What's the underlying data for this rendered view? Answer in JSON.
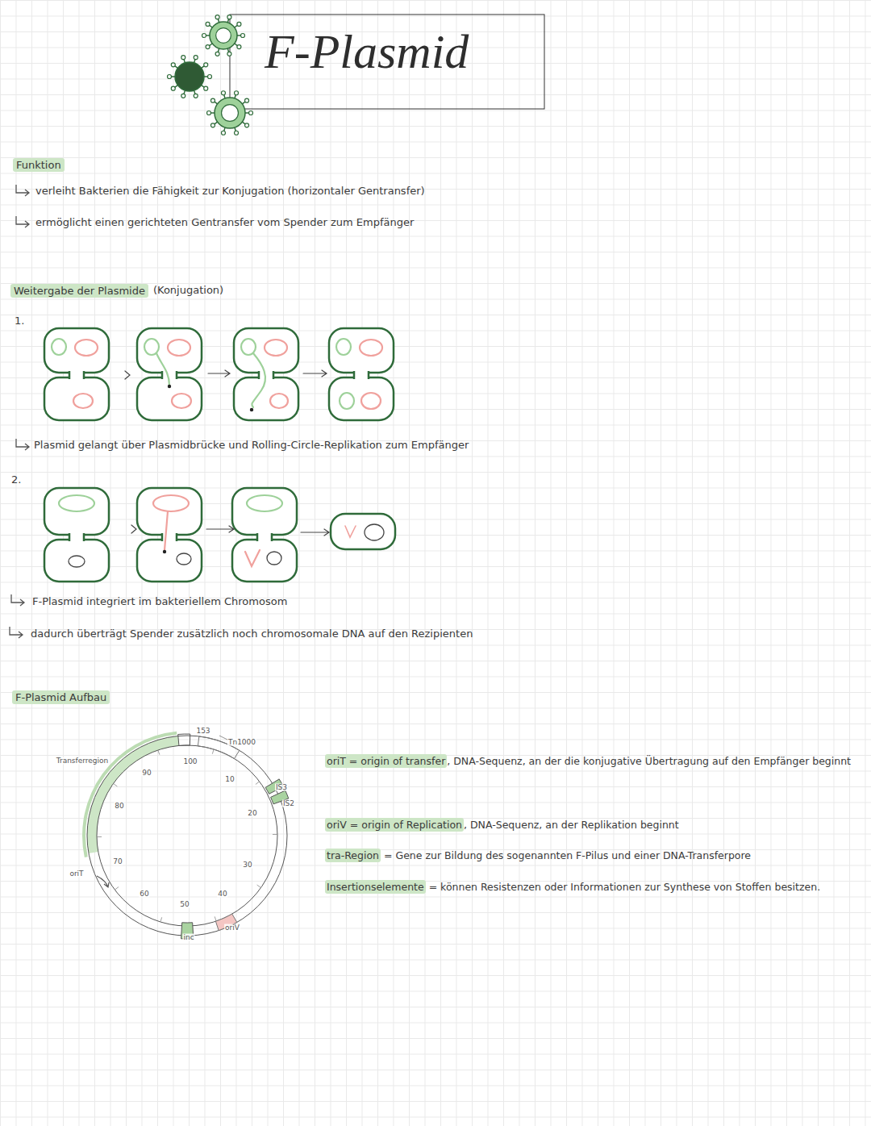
{
  "diagram": {
    "title": "F-Plasmid",
    "nodes": [
      {
        "text": [
          "Funktion"
        ]
      },
      {
        "text": [
          "Weitergabe der Plasmide"
        ]
      },
      {
        "text": [
          "F-Plasmid Aufbau"
        ]
      }
    ],
    "labels": [
      "verleiht Bakterien die Fähigkeit zur Konjugation (horizontaler Gentransfer)",
      "ermöglicht einen gerichteten Gentransfer vom Spender zum Empfänger",
      "(Konjugation)",
      "1.",
      "Plasmid gelangt über Plasmidbrücke und Rolling-Circle-Replikation zum Empfänger",
      "2.",
      "F-Plasmid integriert im bakteriellem Chromosom",
      "dadurch überträgt Spender zusätzlich noch chromosomale DNA auf den Rezipienten",
      "Transferregion",
      "oriT",
      "153",
      "Tn1000",
      "100",
      "90",
      "80",
      "70",
      "60",
      "50",
      "inc",
      "40",
      "oriV",
      "30",
      "20",
      "10",
      "IS3",
      "IS2",
      "oriT = origin of transfer",
      ", DNA-Sequenz, an der die konjugative Übertragung auf den Empfänger beginnt",
      "oriV = origin of Replication",
      ", DNA-Sequenz, an der Replikation beginnt",
      "tra-Region",
      "= Gene zur Bildung des sogenannten F-Pilus und einer DNA-Transferpore",
      "Insertionselemente",
      "= können Resistenzen oder Informationen zur Synthese von Stoffen besitzen."
    ]
  }
}
